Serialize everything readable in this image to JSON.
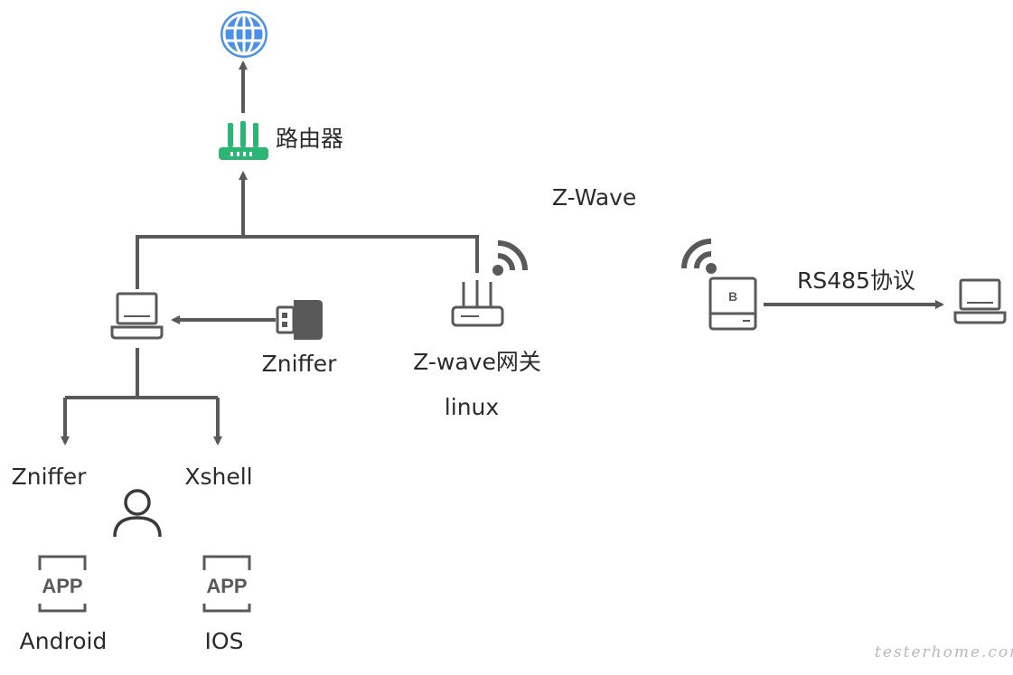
{
  "labels": {
    "router": "路由器",
    "zwave_protocol": "Z-Wave",
    "zniffer_dongle": "Zniffer",
    "zwave_gateway": "Z-wave网关",
    "gateway_os": "linux",
    "rs485": "RS485协议",
    "zniffer_tool": "Zniffer",
    "xshell_tool": "Xshell",
    "android": "Android",
    "ios": "IOS"
  },
  "app_badge_text": "APP",
  "device_badge_letter": "B",
  "watermark": "testerhome.com",
  "icons": [
    "globe-icon",
    "router-icon",
    "laptop-icon",
    "usb-dongle-icon",
    "gateway-router-icon",
    "wifi-signal-icon",
    "zwave-device-icon",
    "user-icon",
    "app-icon"
  ],
  "colors": {
    "line": "#595959",
    "globe": "#4a8fe8",
    "router": "#2bb673",
    "text": "#2b2b2b"
  }
}
